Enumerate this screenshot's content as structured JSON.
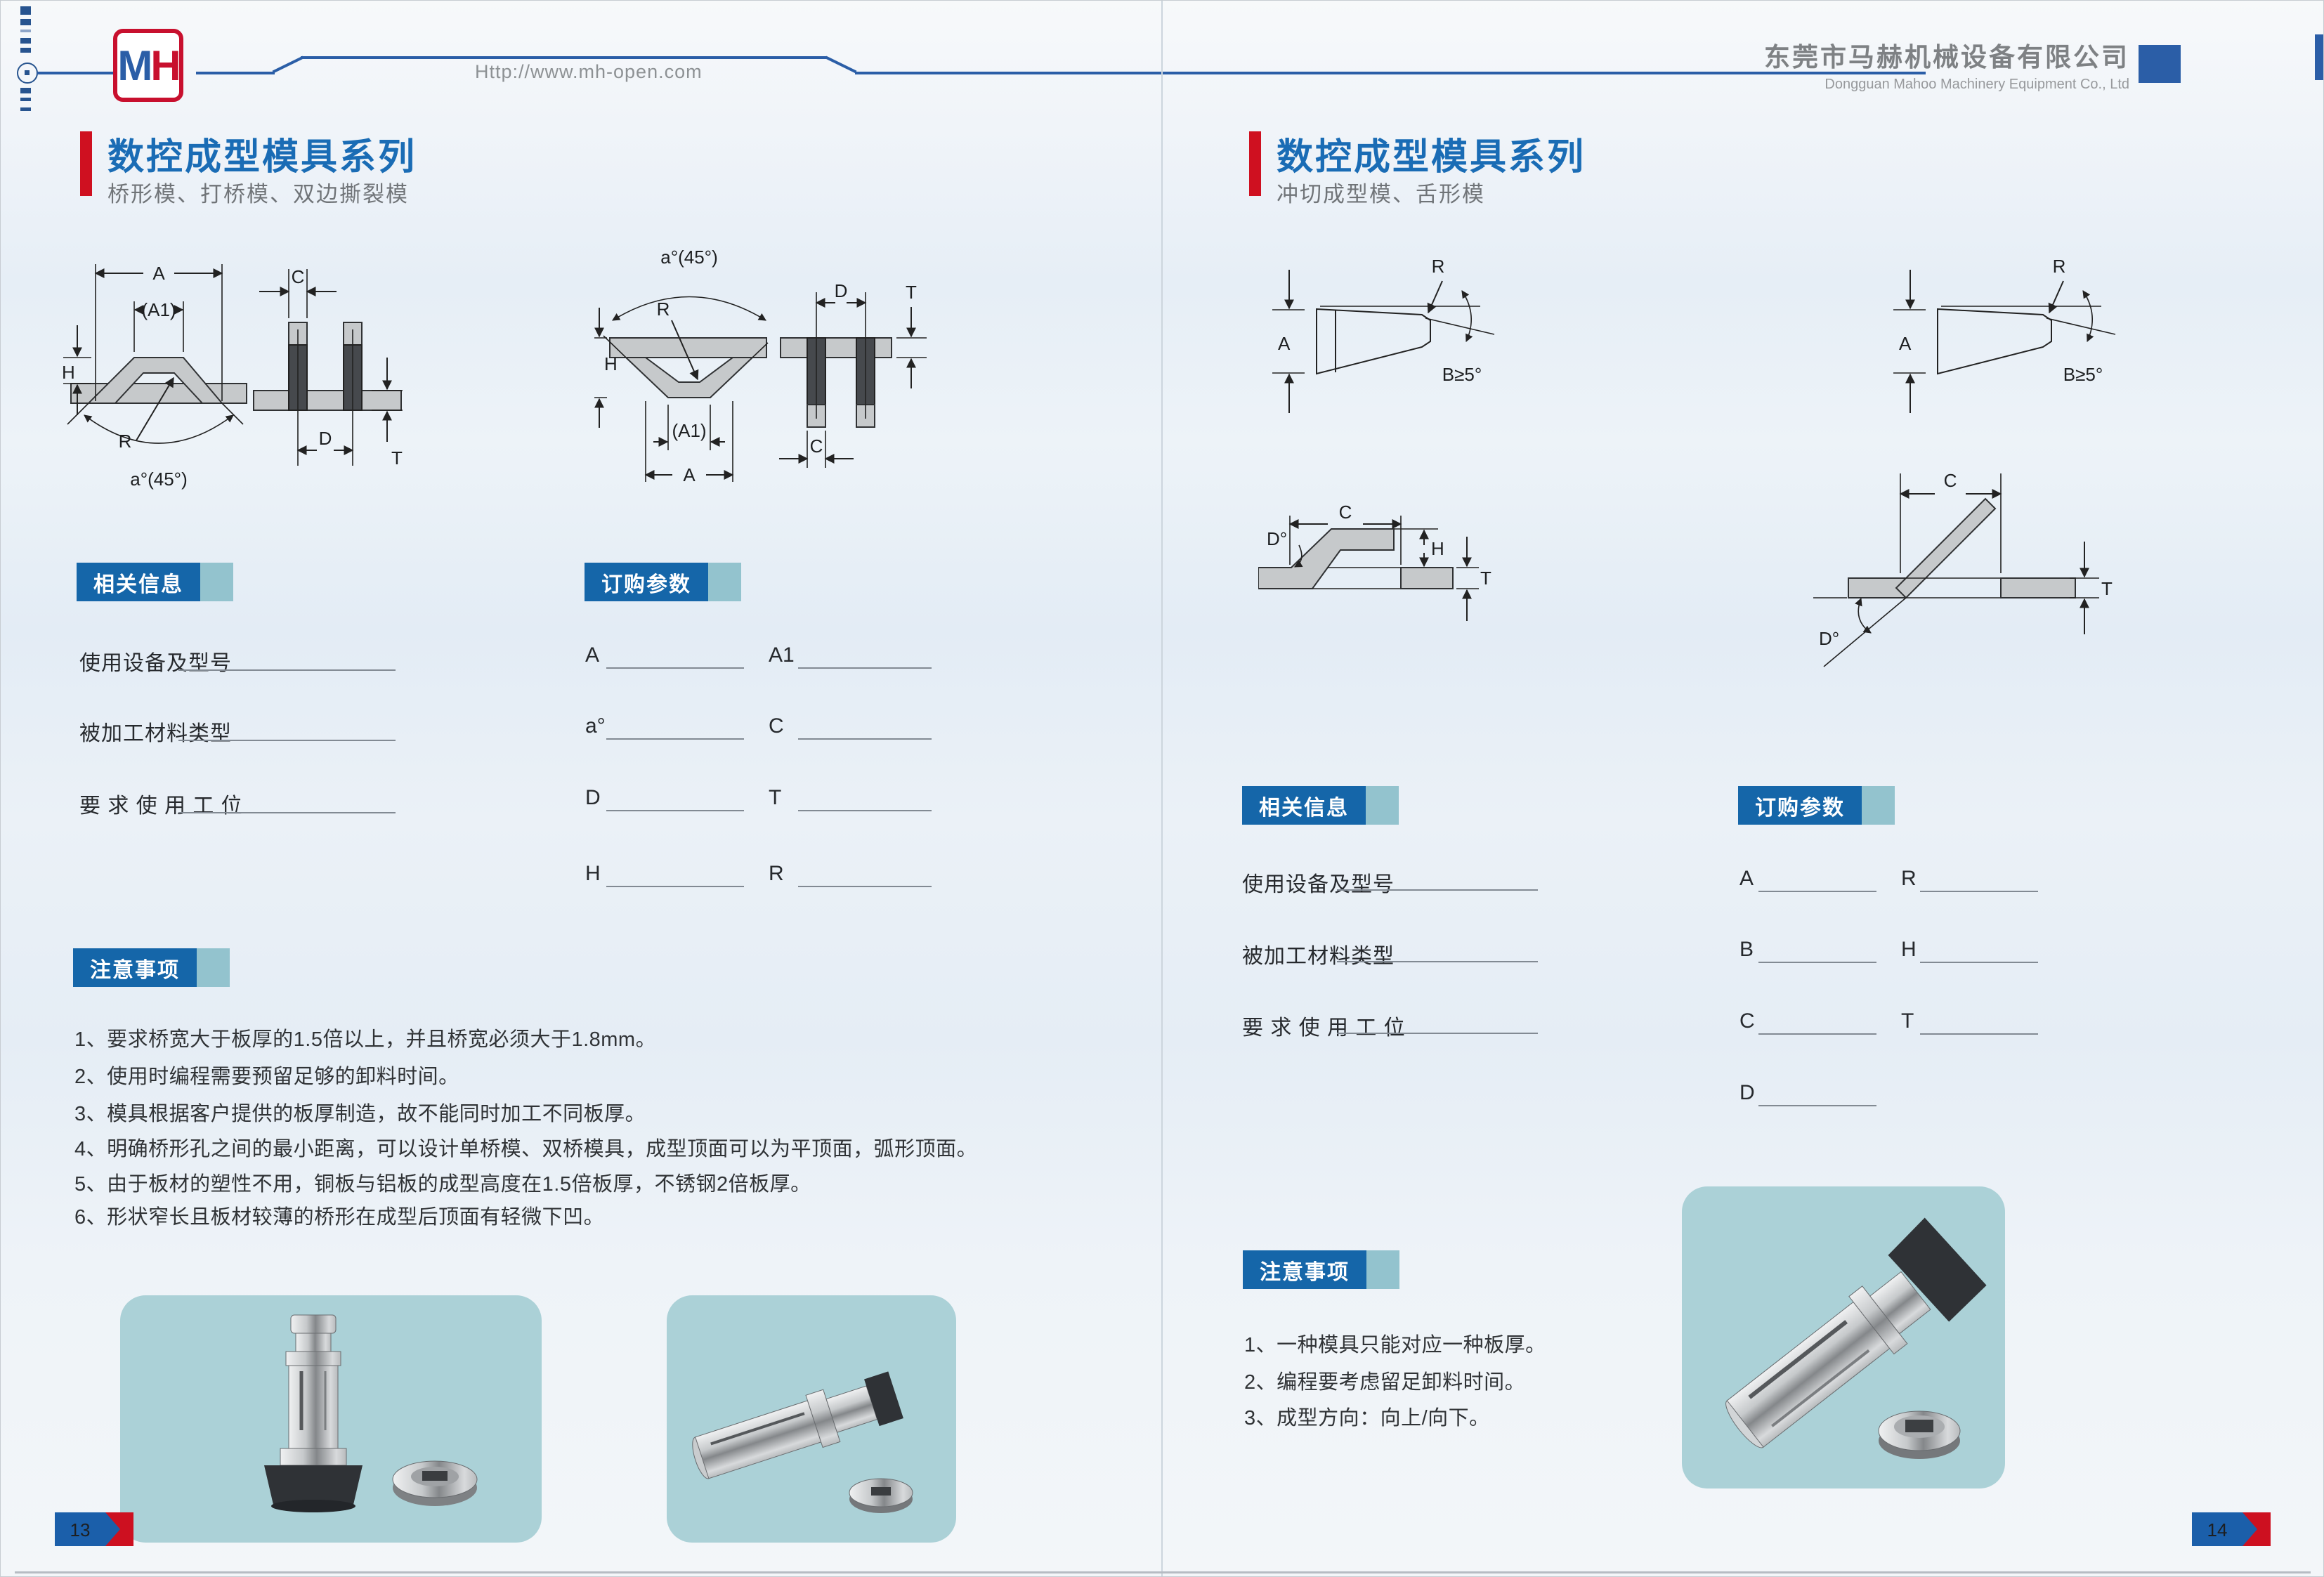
{
  "header": {
    "logo_m": "M",
    "logo_h": "H",
    "url": "Http://www.mh-open.com",
    "company_cn": "东莞市马赫机械设备有限公司",
    "company_en": "Dongguan Mahoo Machinery Equipment Co., Ltd"
  },
  "colors": {
    "accent_blue": "#1566a9",
    "accent_red": "#cf1020",
    "teal": "#93c3ce",
    "title_blue": "#1a6cb5",
    "tile_teal": "#abd1d7"
  },
  "left": {
    "page_no": "13",
    "title": "数控成型模具系列",
    "subtitle": "桥形模、打桥模、双边撕裂模",
    "related_info": {
      "label": "相关信息",
      "fields": [
        "使用设备及型号",
        "被加工材料类型",
        "要 求 使 用 工 位"
      ]
    },
    "order_params": {
      "label": "订购参数",
      "col1": [
        "A",
        "a°",
        "D",
        "H"
      ],
      "col2": [
        "A1",
        "C",
        "T",
        "R"
      ]
    },
    "notes": {
      "label": "注意事项",
      "items": [
        "1、要求桥宽大于板厚的1.5倍以上，并且桥宽必须大于1.8mm。",
        "2、使用时编程需要预留足够的卸料时间。",
        "3、模具根据客户提供的板厚制造，故不能同时加工不同板厚。",
        "4、明确桥形孔之间的最小距离，可以设计单桥模、双桥模具，成型顶面可以为平顶面，弧形顶面。",
        "5、由于板材的塑性不用，铜板与铝板的成型高度在1.5倍板厚，不锈钢2倍板厚。",
        "6、形状窄长且板材较薄的桥形在成型后顶面有轻微下凹。"
      ]
    },
    "diagram_labels": {
      "A": "A",
      "A1": "(A1)",
      "H": "H",
      "R": "R",
      "angle": "a°(45°)",
      "C": "C",
      "D": "D",
      "T": "T"
    }
  },
  "right": {
    "page_no": "14",
    "title": "数控成型模具系列",
    "subtitle": "冲切成型模、舌形模",
    "related_info": {
      "label": "相关信息",
      "fields": [
        "使用设备及型号",
        "被加工材料类型",
        "要 求 使 用 工 位"
      ]
    },
    "order_params": {
      "label": "订购参数",
      "col1": [
        "A",
        "B",
        "C",
        "D"
      ],
      "col2": [
        "R",
        "H",
        "T"
      ]
    },
    "notes": {
      "label": "注意事项",
      "items": [
        "1、一种模具只能对应一种板厚。",
        "2、编程要考虑留足卸料时间。",
        "3、成型方向：向上/向下。"
      ]
    },
    "diagram_labels": {
      "A": "A",
      "R": "R",
      "B": "B≥5°",
      "C": "C",
      "D_angle": "D°",
      "H": "H",
      "T": "T"
    }
  }
}
